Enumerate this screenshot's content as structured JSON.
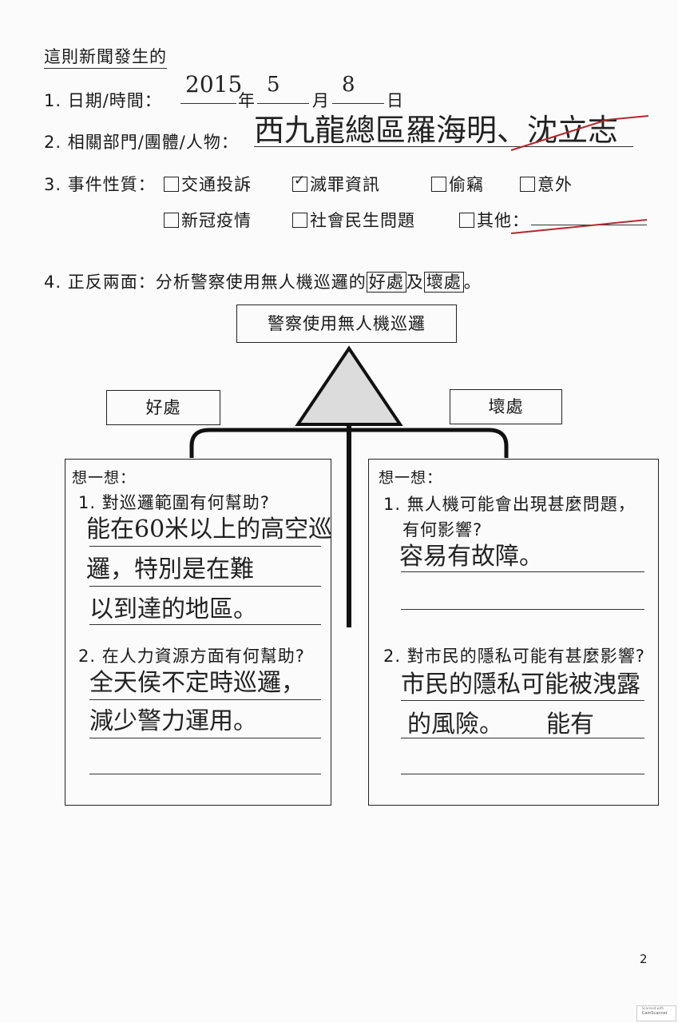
{
  "heading": "這則新聞發生的",
  "q1": {
    "label": "1. 日期/時間：",
    "year": "2015",
    "year_unit": "年",
    "month": "5",
    "month_unit": "月",
    "day": "8",
    "day_unit": "日"
  },
  "q2": {
    "label": "2. 相關部門/團體/人物：",
    "answer_a": "西九龍總區",
    "answer_b": "羅海明",
    "sep": "、",
    "answer_c": "沈立志"
  },
  "q3": {
    "label": "3. 事件性質：",
    "options": [
      "交通投訴",
      "滅罪資訊",
      "偷竊",
      "意外",
      "新冠疫情",
      "社會民生問題",
      "其他："
    ],
    "checked": "滅罪資訊",
    "tick": "✓"
  },
  "q4": {
    "prefix": "4. 正反兩面：分析警察使用無人機巡邏的",
    "good": "好處",
    "and": "及",
    "bad": "壞處",
    "end": "。"
  },
  "diagram": {
    "title": "警察使用無人機巡邏",
    "good_label": "好處",
    "bad_label": "壞處"
  },
  "left_panel": {
    "think": "想一想：",
    "q1": "1. 對巡邏範圍有何幫助?",
    "a1": [
      "能在60米以上的高空巡",
      "邏，特別是在難",
      "以到達的地區。"
    ],
    "q2": "2. 在人力資源方面有何幫助?",
    "a2": [
      "全天侯不定時巡邏，",
      "減少警力運用。"
    ]
  },
  "right_panel": {
    "think": "想一想：",
    "q1a": "1. 無人機可能會出現甚麼問題，",
    "q1b": "有何影響?",
    "a1": [
      "容易有故障。"
    ],
    "q2": "2. 對市民的隱私可能有甚麼影響?",
    "a2": [
      "市民的隱私可能被洩露",
      "的風險。",
      "能有"
    ]
  },
  "page_number": "2",
  "scanner": {
    "line1": "Scanned with",
    "line2": "CamScanner"
  }
}
